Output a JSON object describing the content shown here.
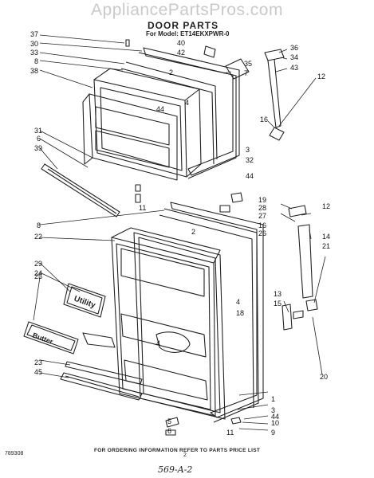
{
  "watermark": "AppliancePartsPros.com",
  "title": "DOOR PARTS",
  "model_line": "For Model: ET14EKXPWR-0",
  "footer_note": "FOR ORDERING INFORMATION REFER TO PARTS PRICE LIST",
  "doc_number": "789308",
  "page_number": "2",
  "handwritten_note": "569-A-2",
  "shelf_labels": {
    "utility": "Utility",
    "butter": "Butter"
  },
  "callouts": {
    "left": [
      "37",
      "30",
      "33",
      "8",
      "38",
      "31",
      "6",
      "39",
      "8",
      "22",
      "29",
      "24",
      "25",
      "23",
      "45"
    ],
    "right_upper": [
      "36",
      "34",
      "43",
      "12",
      "16",
      "3",
      "32",
      "44",
      "19",
      "28",
      "27",
      "16",
      "26",
      "12",
      "14",
      "21"
    ],
    "center_upper": [
      "40",
      "42",
      "35",
      "7",
      "2",
      "4",
      "44",
      "11",
      "2"
    ],
    "center_lower": [
      "4",
      "18",
      "4",
      "13",
      "15",
      "20",
      "1",
      "3",
      "44",
      "10",
      "9",
      "5",
      "6",
      "11"
    ]
  }
}
